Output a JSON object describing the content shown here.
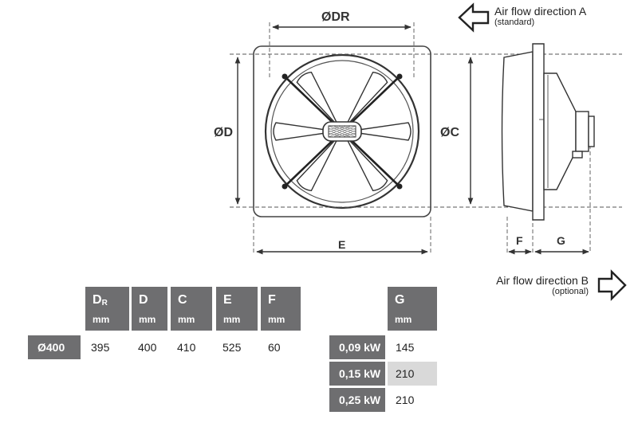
{
  "drawing": {
    "labels": {
      "dr": "ØDR",
      "d": "ØD",
      "c": "ØC",
      "e": "E",
      "f": "F",
      "g": "G"
    }
  },
  "airflow_a": {
    "title": "Air flow direction A",
    "note": "(standard)"
  },
  "airflow_b": {
    "title": "Air flow direction B",
    "note": "(optional)"
  },
  "table": {
    "columns": [
      {
        "sym": "D",
        "subscript": "R",
        "unit": "mm"
      },
      {
        "sym": "D",
        "subscript": "",
        "unit": "mm"
      },
      {
        "sym": "C",
        "subscript": "",
        "unit": "mm"
      },
      {
        "sym": "E",
        "subscript": "",
        "unit": "mm"
      },
      {
        "sym": "F",
        "subscript": "",
        "unit": "mm"
      }
    ],
    "row": {
      "label": "Ø400",
      "values": [
        "395",
        "400",
        "410",
        "525",
        "60"
      ]
    }
  },
  "g_table": {
    "header": {
      "sym": "G",
      "unit": "mm"
    },
    "rows": [
      {
        "power": "0,09 kW",
        "g": "145",
        "highlight": false
      },
      {
        "power": "0,15 kW",
        "g": "210",
        "highlight": true
      },
      {
        "power": "0,25 kW",
        "g": "210",
        "highlight": false
      }
    ]
  },
  "colors": {
    "header_bg": "#6e6e70",
    "highlight_bg": "#d9d9d9",
    "line": "#333333"
  }
}
